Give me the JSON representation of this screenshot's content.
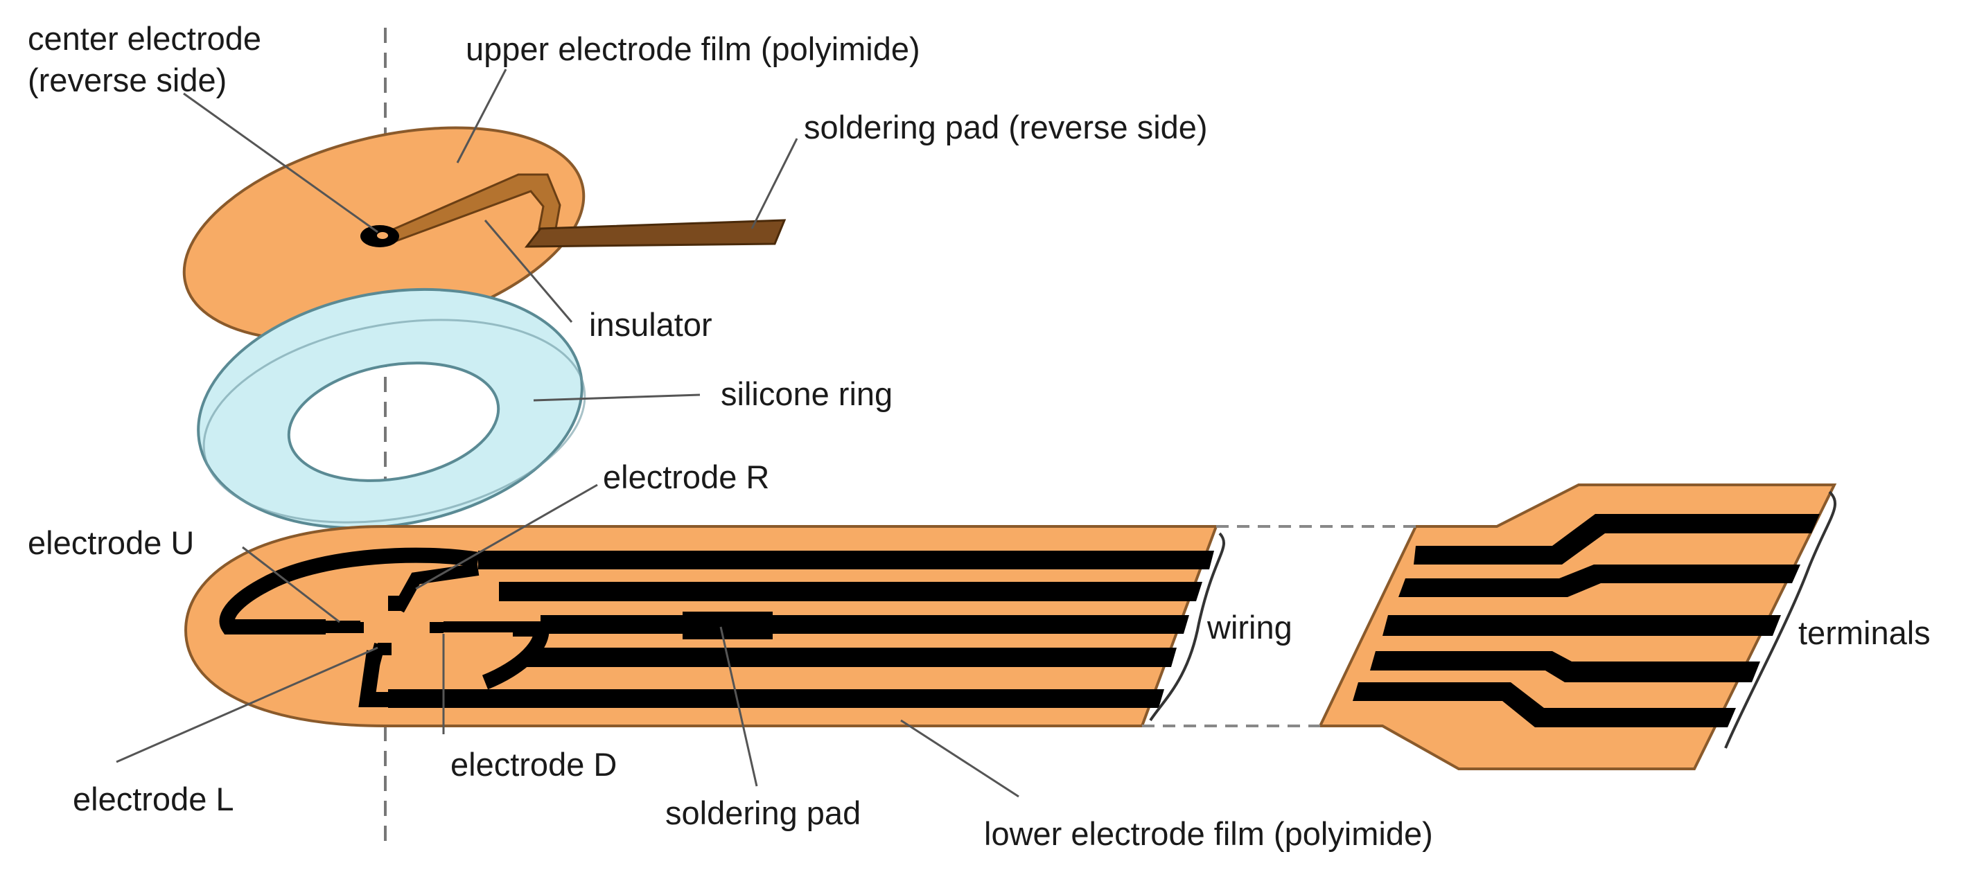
{
  "labels": {
    "center_electrode": [
      "center electrode",
      "(reverse side)"
    ],
    "upper_film": "upper electrode film (polyimide)",
    "soldering_pad_reverse": "soldering pad (reverse side)",
    "insulator": "insulator",
    "silicone_ring": "silicone ring",
    "electrode_r": "electrode R",
    "electrode_u": "electrode U",
    "wiring": "wiring",
    "terminals": "terminals",
    "electrode_l": "electrode L",
    "electrode_d": "electrode D",
    "soldering_pad": "soldering pad",
    "lower_film": "lower electrode film (polyimide)"
  },
  "colors": {
    "film": "#f7ab65",
    "ring": "#cdeef3",
    "trace": "#000000",
    "soldering_pad_reverse": "#7a4a1e"
  }
}
